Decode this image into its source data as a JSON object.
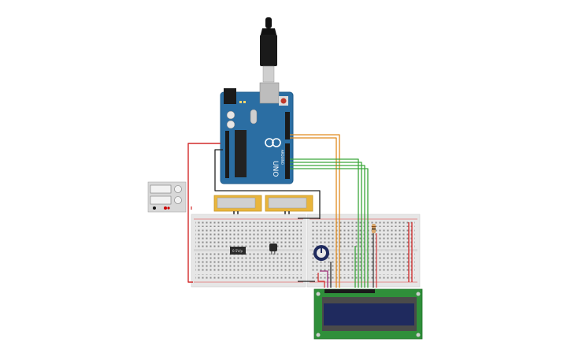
{
  "board": {
    "label_uno": "UNO",
    "label_arduino": "ARDUINO",
    "color_body": "#2b6ea3",
    "color_edge": "#1e5a8a"
  },
  "sensor": {
    "label": "0.5V/p"
  },
  "colors": {
    "wire_red": "#d22a2a",
    "wire_black": "#222222",
    "wire_orange": "#e08a1e",
    "wire_green": "#3aa63a",
    "wire_purple": "#a0307a",
    "lcd_pcb": "#2f8f3a",
    "lcd_screen": "#1f2a5e",
    "breadboard": "#e6e6e6",
    "sensor_frame": "#e9b53c"
  },
  "icons": [
    "usb-plug-icon",
    "power-supply-icon",
    "potentiometer-icon"
  ]
}
